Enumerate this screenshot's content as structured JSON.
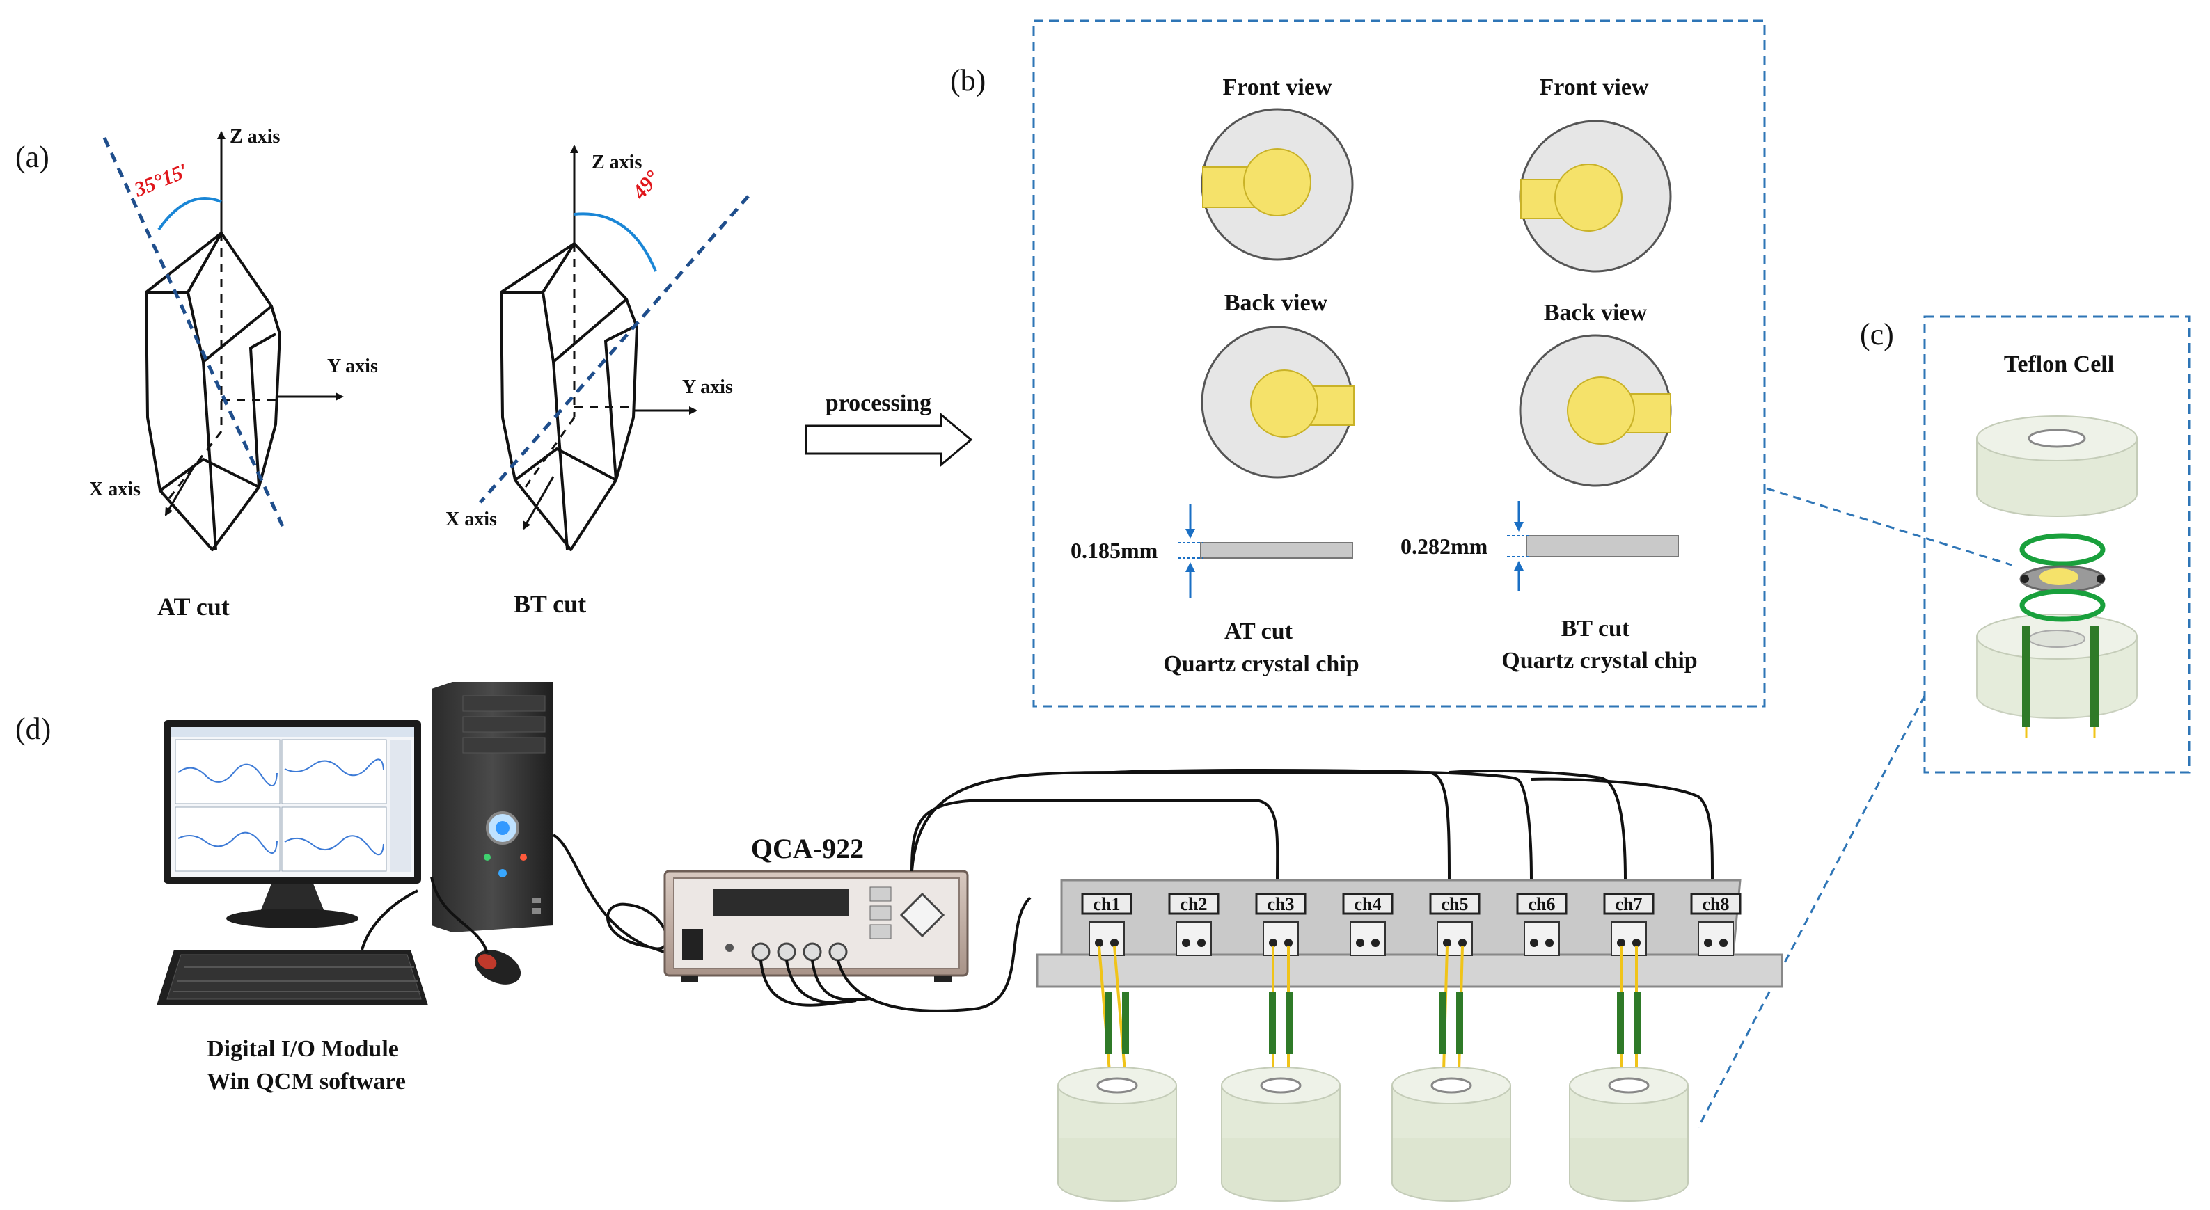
{
  "panels": {
    "a": "(a)",
    "b": "(b)",
    "c": "(c)",
    "d": "(d)"
  },
  "panel_a": {
    "at": {
      "z_axis": "Z axis",
      "y_axis": "Y axis",
      "x_axis": "X axis",
      "angle": "35°15′",
      "caption": "AT cut"
    },
    "bt": {
      "z_axis": "Z axis",
      "y_axis": "Y axis",
      "x_axis": "X axis",
      "angle": "49°",
      "caption": "BT cut"
    },
    "arrow_label": "processing"
  },
  "panel_b": {
    "at": {
      "front": "Front view",
      "back": "Back view",
      "thickness": "0.185mm",
      "caption_1": "AT cut",
      "caption_2": "Quartz crystal chip"
    },
    "bt": {
      "front": "Front view",
      "back": "Back view",
      "thickness": "0.282mm",
      "caption_1": "BT cut",
      "caption_2": "Quartz crystal chip"
    }
  },
  "panel_c": {
    "title": "Teflon Cell"
  },
  "panel_d": {
    "instrument": "QCA-922",
    "pc_caption_1": "Digital I/O Module",
    "pc_caption_2": "Win QCM software",
    "channels": [
      "ch1",
      "ch2",
      "ch3",
      "ch4",
      "ch5",
      "ch6",
      "ch7",
      "ch8"
    ]
  },
  "colors": {
    "dashed_box": "#2e75b6",
    "axis_dash": "#1f4e8c",
    "angle_arc": "#1a86d6",
    "electrode": "#f5e26a",
    "disc": "#e6e6e6",
    "teflon": "#e3ead8",
    "oring": "#19a03c",
    "rod": "#2f7a28",
    "wire": "#f0c419"
  }
}
